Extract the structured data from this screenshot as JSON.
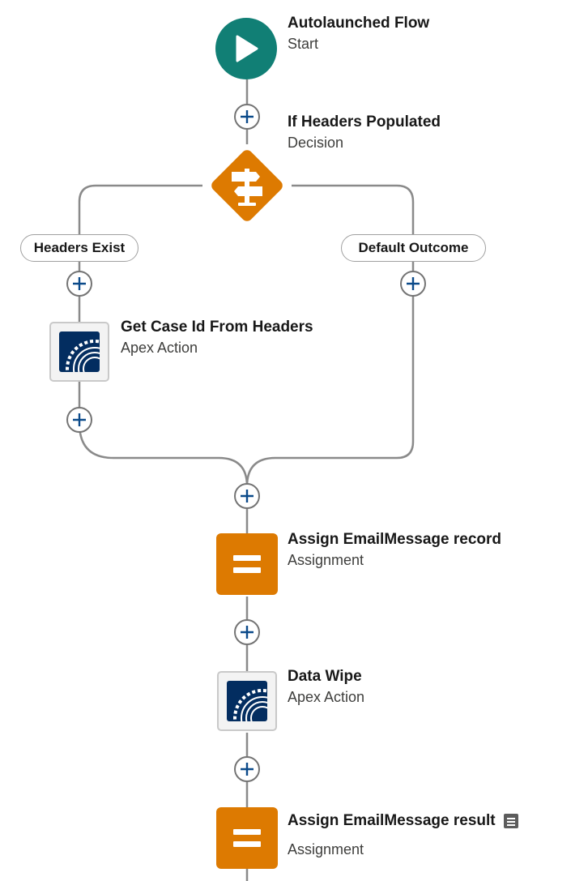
{
  "colors": {
    "start": "#117f75",
    "decision": "#dd7a01",
    "assignment": "#dd7a01",
    "connector": "#8a8a8a",
    "add_plus": "#0b4a8a",
    "apex_tile": "#032d60"
  },
  "start": {
    "title": "Autolaunched Flow",
    "type": "Start",
    "icon": "play-icon"
  },
  "decision": {
    "title": "If Headers Populated",
    "type": "Decision",
    "icon": "signpost-icon"
  },
  "outcomes": {
    "left": {
      "label": "Headers Exist"
    },
    "right": {
      "label": "Default Outcome"
    }
  },
  "get_case": {
    "title": "Get Case Id From Headers",
    "type": "Apex Action",
    "icon": "apex-gear-icon"
  },
  "assign_record": {
    "title": "Assign EmailMessage record",
    "type": "Assignment",
    "icon": "equals-icon"
  },
  "data_wipe": {
    "title": "Data Wipe",
    "type": "Apex Action",
    "icon": "apex-gear-icon"
  },
  "assign_result": {
    "title": "Assign EmailMessage result",
    "type": "Assignment",
    "icon": "equals-icon",
    "has_description": true
  }
}
